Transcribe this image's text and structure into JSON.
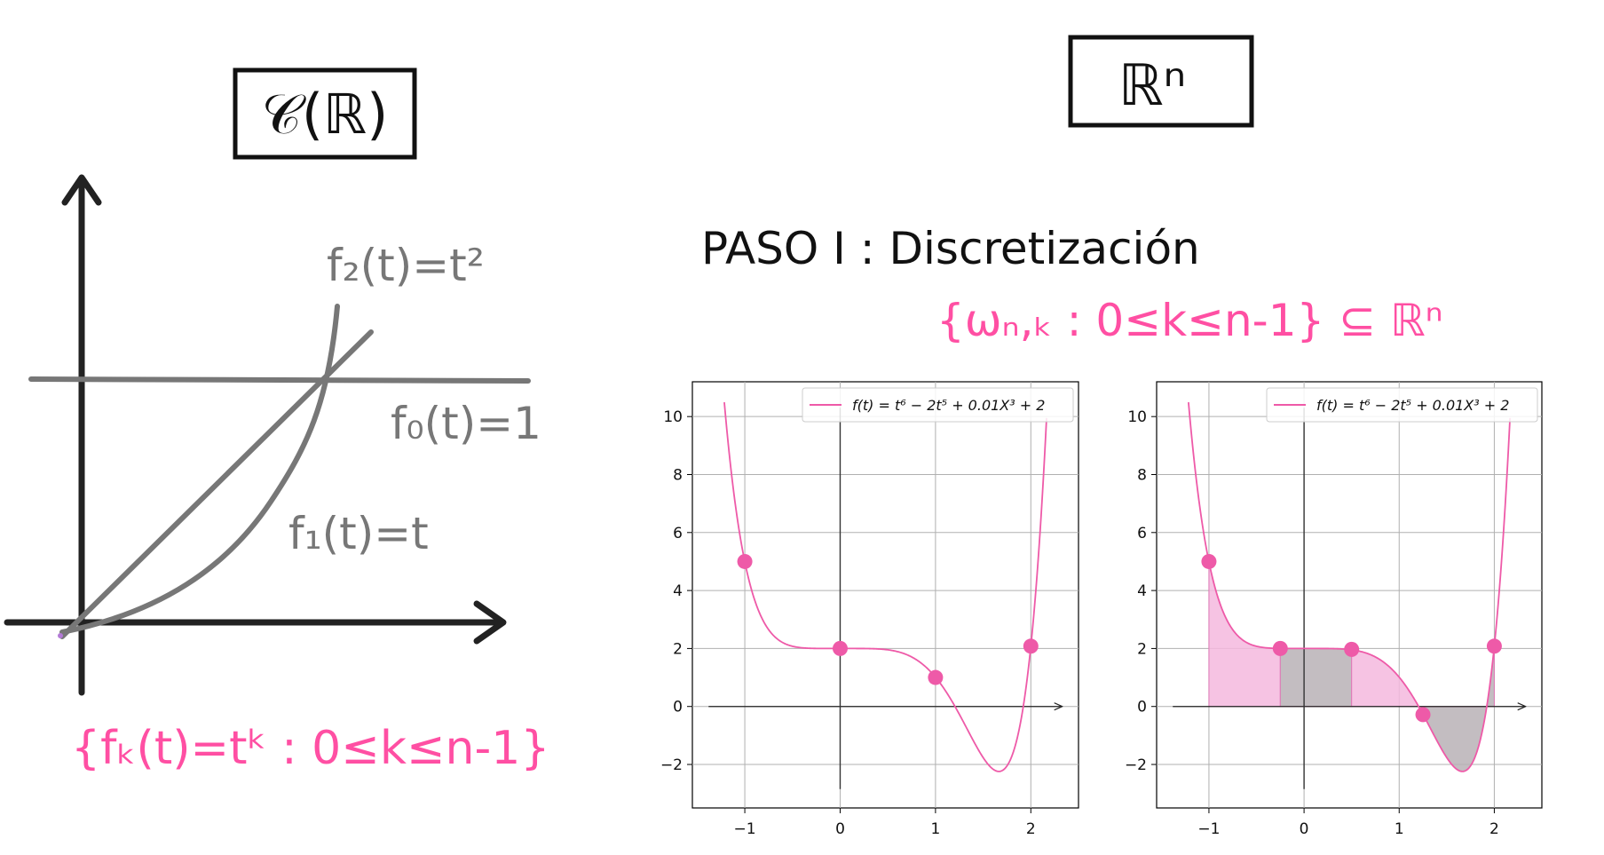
{
  "left_panel": {
    "box_label": "𝒞(ℝ)",
    "curve_labels": {
      "f2": "f₂(t)=t²",
      "f0": "f₀(t)=1",
      "f1": "f₁(t)=t"
    },
    "basis_set": "{fₖ(t)=tᵏ : 0≤k≤n-1}"
  },
  "right_panel": {
    "box_label": "ℝⁿ",
    "step_title": "PASO I : Discretización",
    "vector_set": "{ωₙ,ₖ : 0≤k≤n-1} ⊆ ℝⁿ"
  },
  "colors": {
    "ink": "#111111",
    "gray_curve": "#777777",
    "pink": "#ff4fa3",
    "pink_line": "#ee5aa8",
    "pink_fill": "#f5b8de",
    "gray_fill": "#b9b1b6"
  },
  "chart_data": [
    {
      "type": "line",
      "function": "t^6 - 2t^5 + 0.01X^3 + 2",
      "legend": "f(t) = t⁶ − 2t⁵ + 0.01X³ + 2",
      "xlim": [
        -1.55,
        2.5
      ],
      "ylim": [
        -3.5,
        11.2
      ],
      "xticks": [
        -1,
        0,
        1,
        2
      ],
      "xtick_labels": [
        "−1",
        "0",
        "1",
        "2"
      ],
      "yticks": [
        -2,
        0,
        2,
        4,
        6,
        8,
        10
      ],
      "ytick_labels": [
        "−2",
        "0",
        "2",
        "4",
        "6",
        "8",
        "10"
      ],
      "grid": true,
      "legend_position": "top-right",
      "sample_points": [
        {
          "x": -1,
          "y": 5
        },
        {
          "x": 0,
          "y": 2
        },
        {
          "x": 1,
          "y": 1
        },
        {
          "x": 2,
          "y": 2.08
        }
      ]
    },
    {
      "type": "area",
      "function": "t^6 - 2t^5 + 0.01X^3 + 2",
      "legend": "f(t) = t⁶ − 2t⁵ + 0.01X³ + 2",
      "xlim": [
        -1.55,
        2.5
      ],
      "ylim": [
        -3.5,
        11.2
      ],
      "xticks": [
        -1,
        0,
        1,
        2
      ],
      "xtick_labels": [
        "−1",
        "0",
        "1",
        "2"
      ],
      "yticks": [
        -2,
        0,
        2,
        4,
        6,
        8,
        10
      ],
      "ytick_labels": [
        "−2",
        "0",
        "2",
        "4",
        "6",
        "8",
        "10"
      ],
      "grid": true,
      "legend_position": "top-right",
      "sample_points": [
        {
          "x": -1,
          "y": 5
        },
        {
          "x": -0.25,
          "y": 2
        },
        {
          "x": 0.5,
          "y": 1.97
        },
        {
          "x": 1.25,
          "y": -0.28
        },
        {
          "x": 2,
          "y": 2.08
        }
      ],
      "shaded_intervals": [
        {
          "from": -1,
          "to": -0.25,
          "shade": "pink"
        },
        {
          "from": -0.25,
          "to": 0.5,
          "shade": "gray"
        },
        {
          "from": 0.5,
          "to": 1.25,
          "shade": "pink"
        },
        {
          "from": 1.25,
          "to": 2,
          "shade": "gray"
        }
      ]
    }
  ]
}
